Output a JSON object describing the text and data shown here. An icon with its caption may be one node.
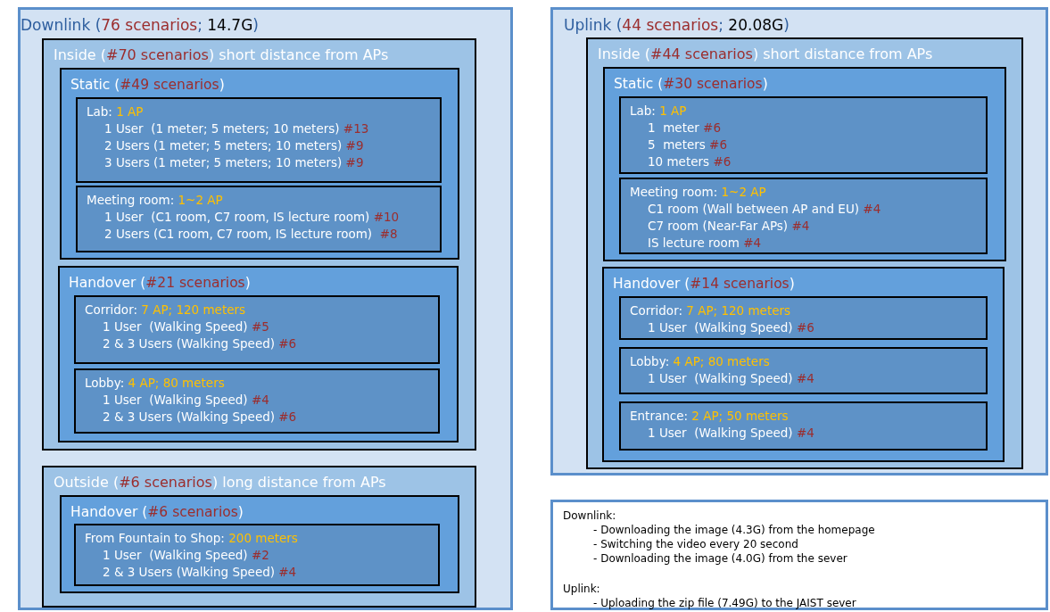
{
  "diagram": {
    "nodes": [
      {
        "text": [
          "Downlink (76 scenarios; 14.7G)"
        ]
      },
      {
        "text": [
          "Inside (#70 scenarios) short distance from APs"
        ],
        "in": 0
      },
      {
        "text": [
          "Static (#49 scenarios)"
        ],
        "in": 1
      },
      {
        "text": [
          "Lab: 1 AP",
          "1 User  (1 meter; 5 meters; 10 meters) #13",
          "2 Users (1 meter; 5 meters; 10 meters) #9",
          "3 Users (1 meter; 5 meters; 10 meters) #9"
        ],
        "in": 2
      },
      {
        "text": [
          "Meeting room: 1~2 AP",
          "1 User  (C1 room, C7 room, IS lecture room) #10",
          "2 Users (C1 room, C7 room, IS lecture room)  #8"
        ],
        "in": 2
      },
      {
        "text": [
          "Handover (#21 scenarios)"
        ],
        "in": 1
      },
      {
        "text": [
          "Corridor: 7 AP; 120 meters",
          "1 User  (Walking Speed) #5",
          "2 & 3 Users (Walking Speed) #6"
        ],
        "in": 5
      },
      {
        "text": [
          "Lobby: 4 AP; 80 meters",
          "1 User  (Walking Speed) #4",
          "2 & 3 Users (Walking Speed) #6"
        ],
        "in": 5
      },
      {
        "text": [
          "Outside (#6 scenarios) long distance from APs"
        ],
        "in": 0
      },
      {
        "text": [
          "Handover (#6 scenarios)"
        ],
        "in": 8
      },
      {
        "text": [
          "From Fountain to Shop: 200 meters",
          "1 User  (Walking Speed) #2",
          "2 & 3 Users (Walking Speed) #4"
        ],
        "in": 9
      },
      {
        "text": [
          "Uplink (44 scenarios; 20.08G)"
        ]
      },
      {
        "text": [
          "Inside (#44 scenarios) short distance from APs"
        ],
        "in": 11
      },
      {
        "text": [
          "Static (#30 scenarios)"
        ],
        "in": 12
      },
      {
        "text": [
          "Lab: 1 AP",
          "1  meter #6",
          "5  meters #6",
          "10 meters #6"
        ],
        "in": 13
      },
      {
        "text": [
          "Meeting room: 1~2 AP",
          "C1 room (Wall between AP and EU) #4",
          "C7 room (Near-Far APs) #4",
          "IS lecture room #4"
        ],
        "in": 13
      },
      {
        "text": [
          "Handover (#14 scenarios)"
        ],
        "in": 12
      },
      {
        "text": [
          "Corridor: 7 AP; 120 meters",
          "1 User  (Walking Speed) #6"
        ],
        "in": 16
      },
      {
        "text": [
          "Lobby: 4 AP; 80 meters",
          "1 User  (Walking Speed) #4"
        ],
        "in": 16
      },
      {
        "text": [
          "Entrance: 2 AP; 50 meters",
          "1 User  (Walking Speed) #4"
        ],
        "in": 16
      },
      {
        "text": [
          "Downlink:",
          "- Downloading the image (4.3G) from the homepage",
          "- Switching the video every 20 second",
          "- Downloading the image (4.0G) from the sever",
          "Uplink:",
          "- Uploading the zip file (7.49G) to the JAIST sever"
        ]
      }
    ]
  }
}
